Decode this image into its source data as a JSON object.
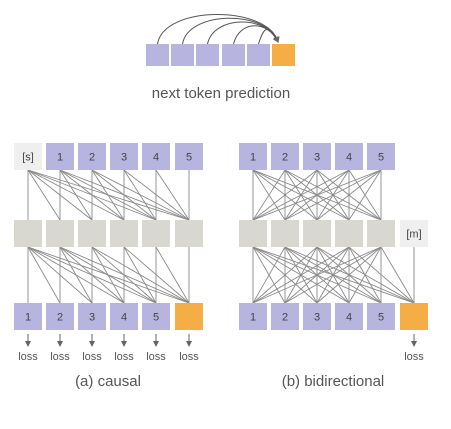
{
  "header": {
    "caption": "next token prediction"
  },
  "colors": {
    "token": "#b7b4e0",
    "hidden": "#d9d8d0",
    "predict": "#f5ad45",
    "special": "#efefef",
    "edge": "#8a8a8a",
    "text": "#555555"
  },
  "causal": {
    "caption": "(a) causal",
    "special_token": "[s]",
    "inputs": [
      "1",
      "2",
      "3",
      "4",
      "5"
    ],
    "outputs": [
      "1",
      "2",
      "3",
      "4",
      "5"
    ],
    "loss_labels": [
      "loss",
      "loss",
      "loss",
      "loss",
      "loss",
      "loss"
    ]
  },
  "bidirectional": {
    "caption": "(b) bidirectional",
    "special_token": "[m]",
    "inputs": [
      "1",
      "2",
      "3",
      "4",
      "5"
    ],
    "outputs": [
      "1",
      "2",
      "3",
      "4",
      "5"
    ],
    "loss_labels": [
      "loss"
    ]
  }
}
